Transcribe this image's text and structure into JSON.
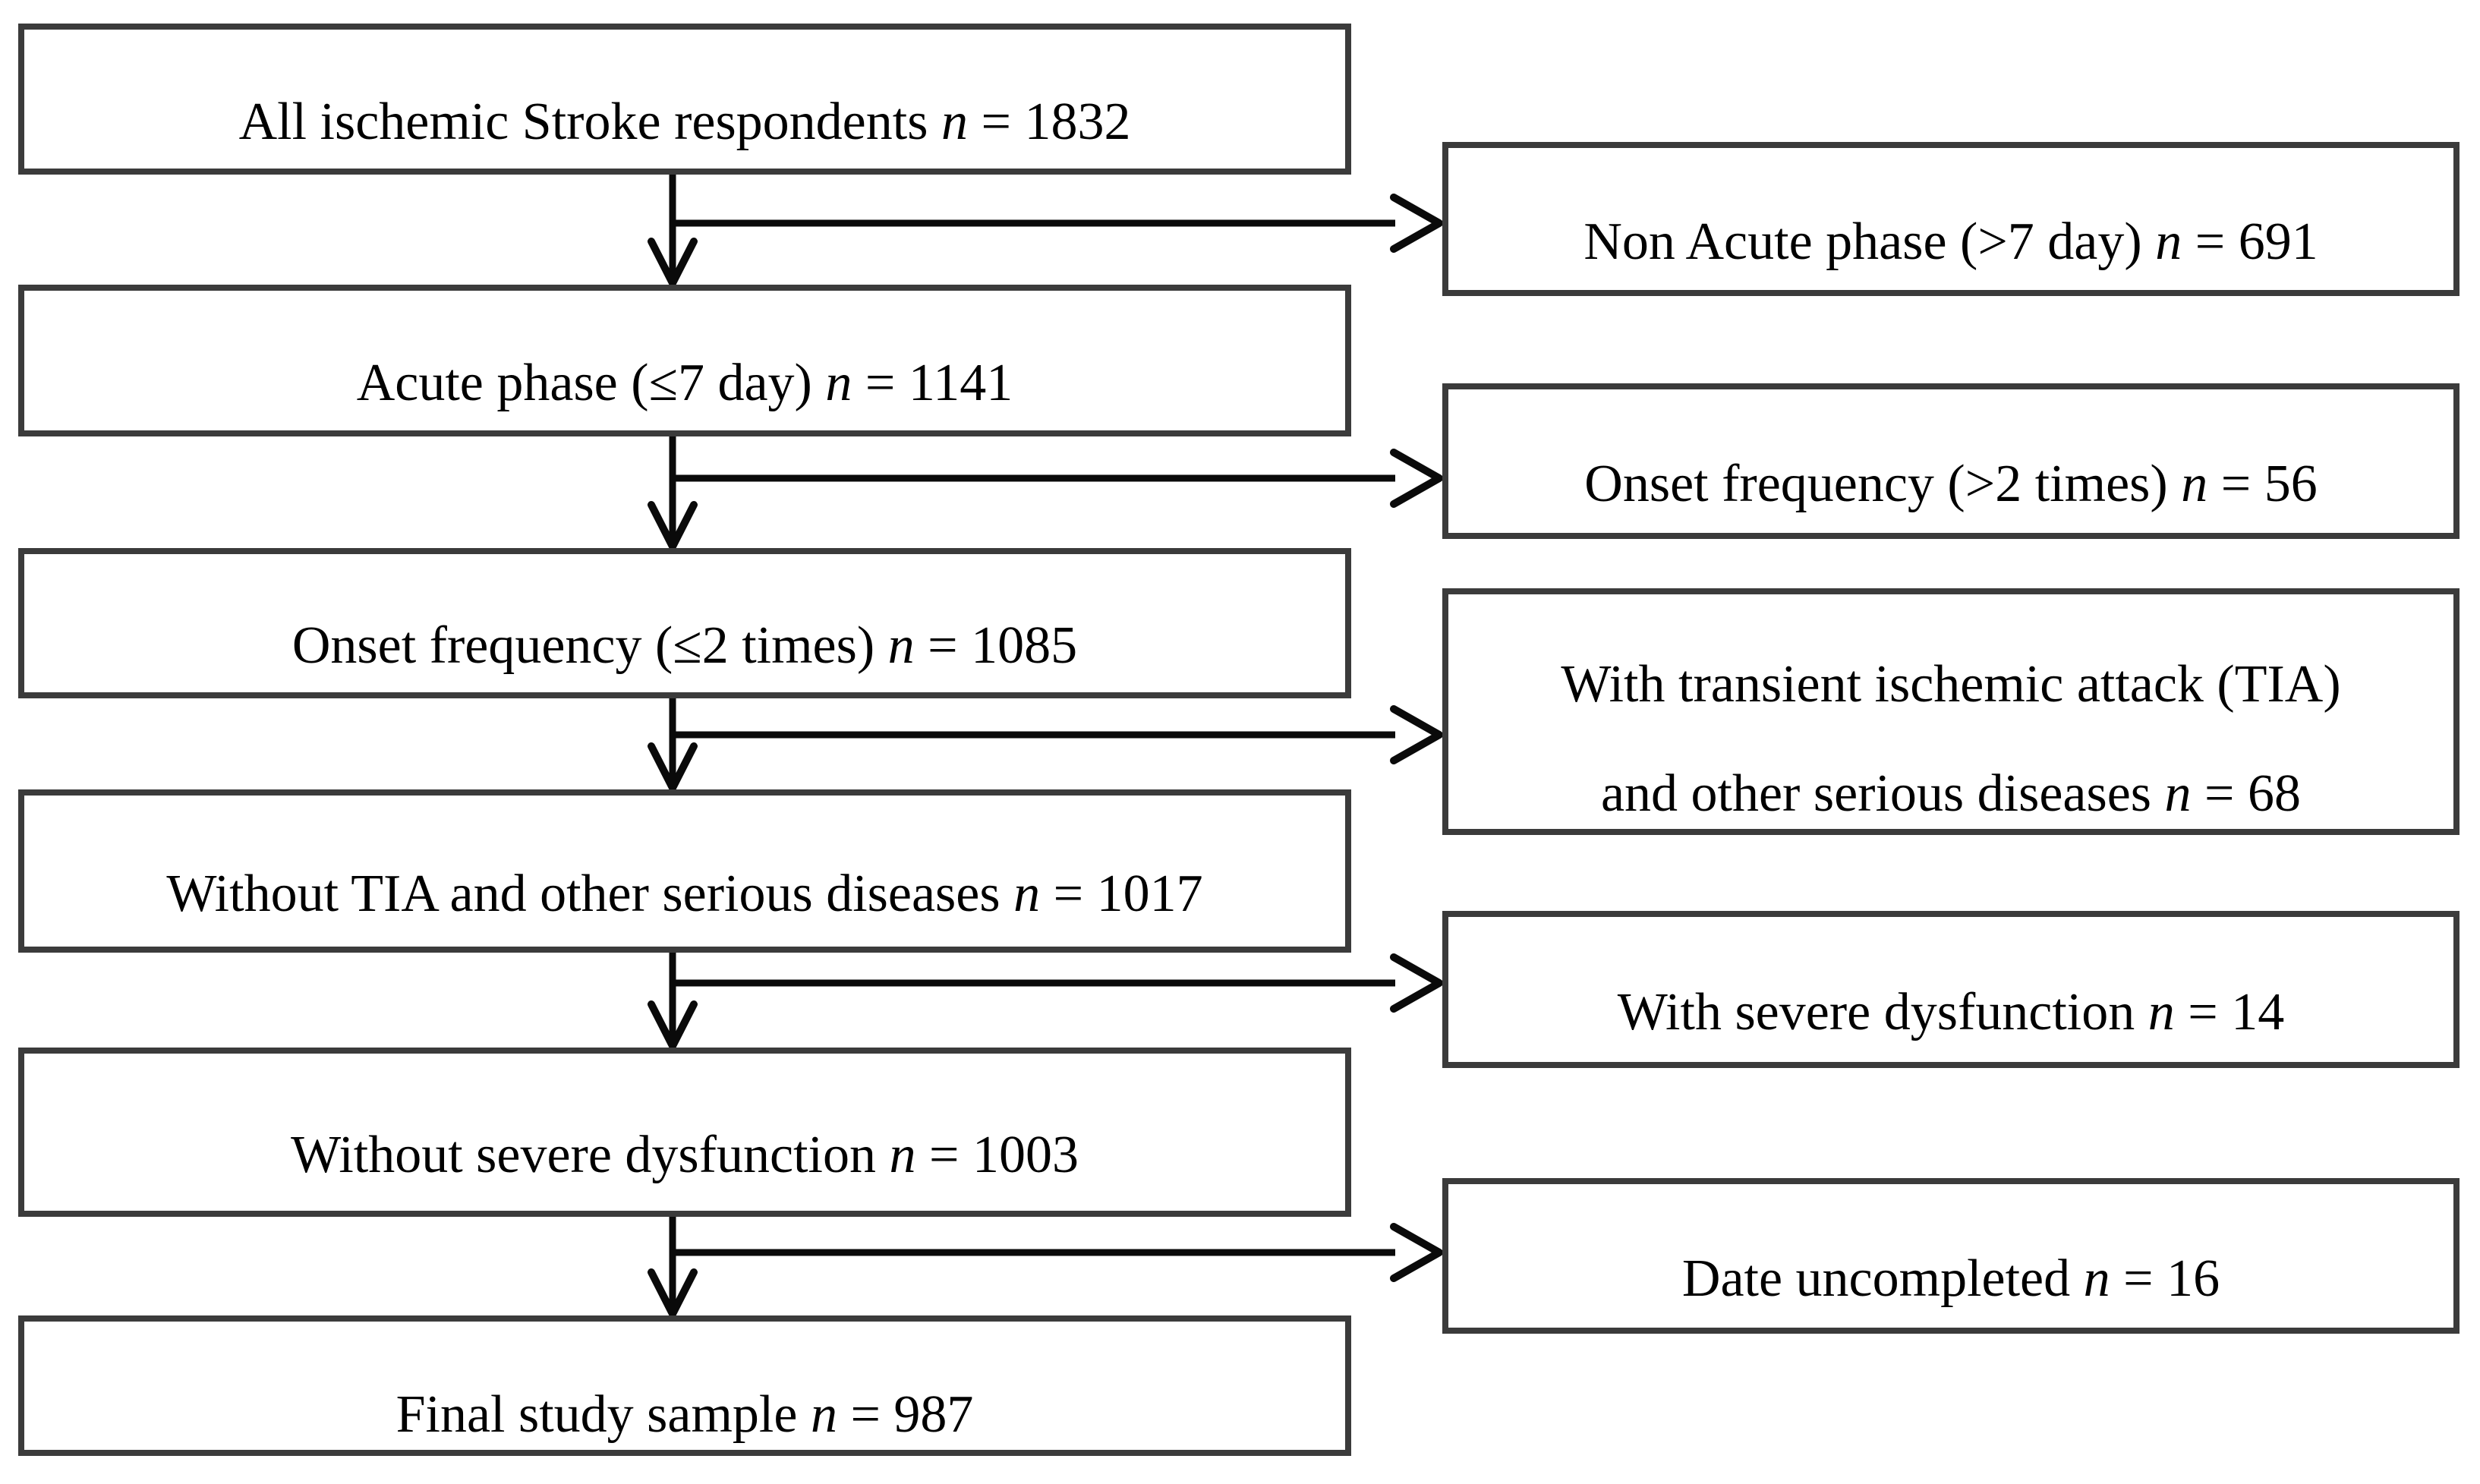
{
  "figure": {
    "background": "#ffffff",
    "box_border_color": "#3b3b3b",
    "arrow_color": "#0a0a0a",
    "text_color": "#000000"
  },
  "flow": {
    "meta": {
      "n_symbol": "n",
      "eq": "="
    },
    "main": [
      {
        "label": "All ischemic Stroke respondents",
        "n": "1832"
      },
      {
        "label": "Acute phase (≤7 day)",
        "n": "1141"
      },
      {
        "label": "Onset frequency (≤2 times)",
        "n": "1085"
      },
      {
        "label": "Without TIA and other serious diseases",
        "n": "1017"
      },
      {
        "label": "Without severe dysfunction",
        "n": "1003"
      },
      {
        "label": "Final study sample",
        "n": "987"
      }
    ],
    "excluded": [
      {
        "label": "Non Acute phase (>7 day)",
        "n": "691"
      },
      {
        "label": "Onset frequency (>2 times)",
        "n": "56"
      },
      {
        "label_lines": [
          "With transient ischemic attack (TIA)",
          "and other serious diseases"
        ],
        "n": "68"
      },
      {
        "label": "With severe dysfunction",
        "n": "14"
      },
      {
        "label": "Date uncompleted",
        "n": "16"
      }
    ]
  }
}
